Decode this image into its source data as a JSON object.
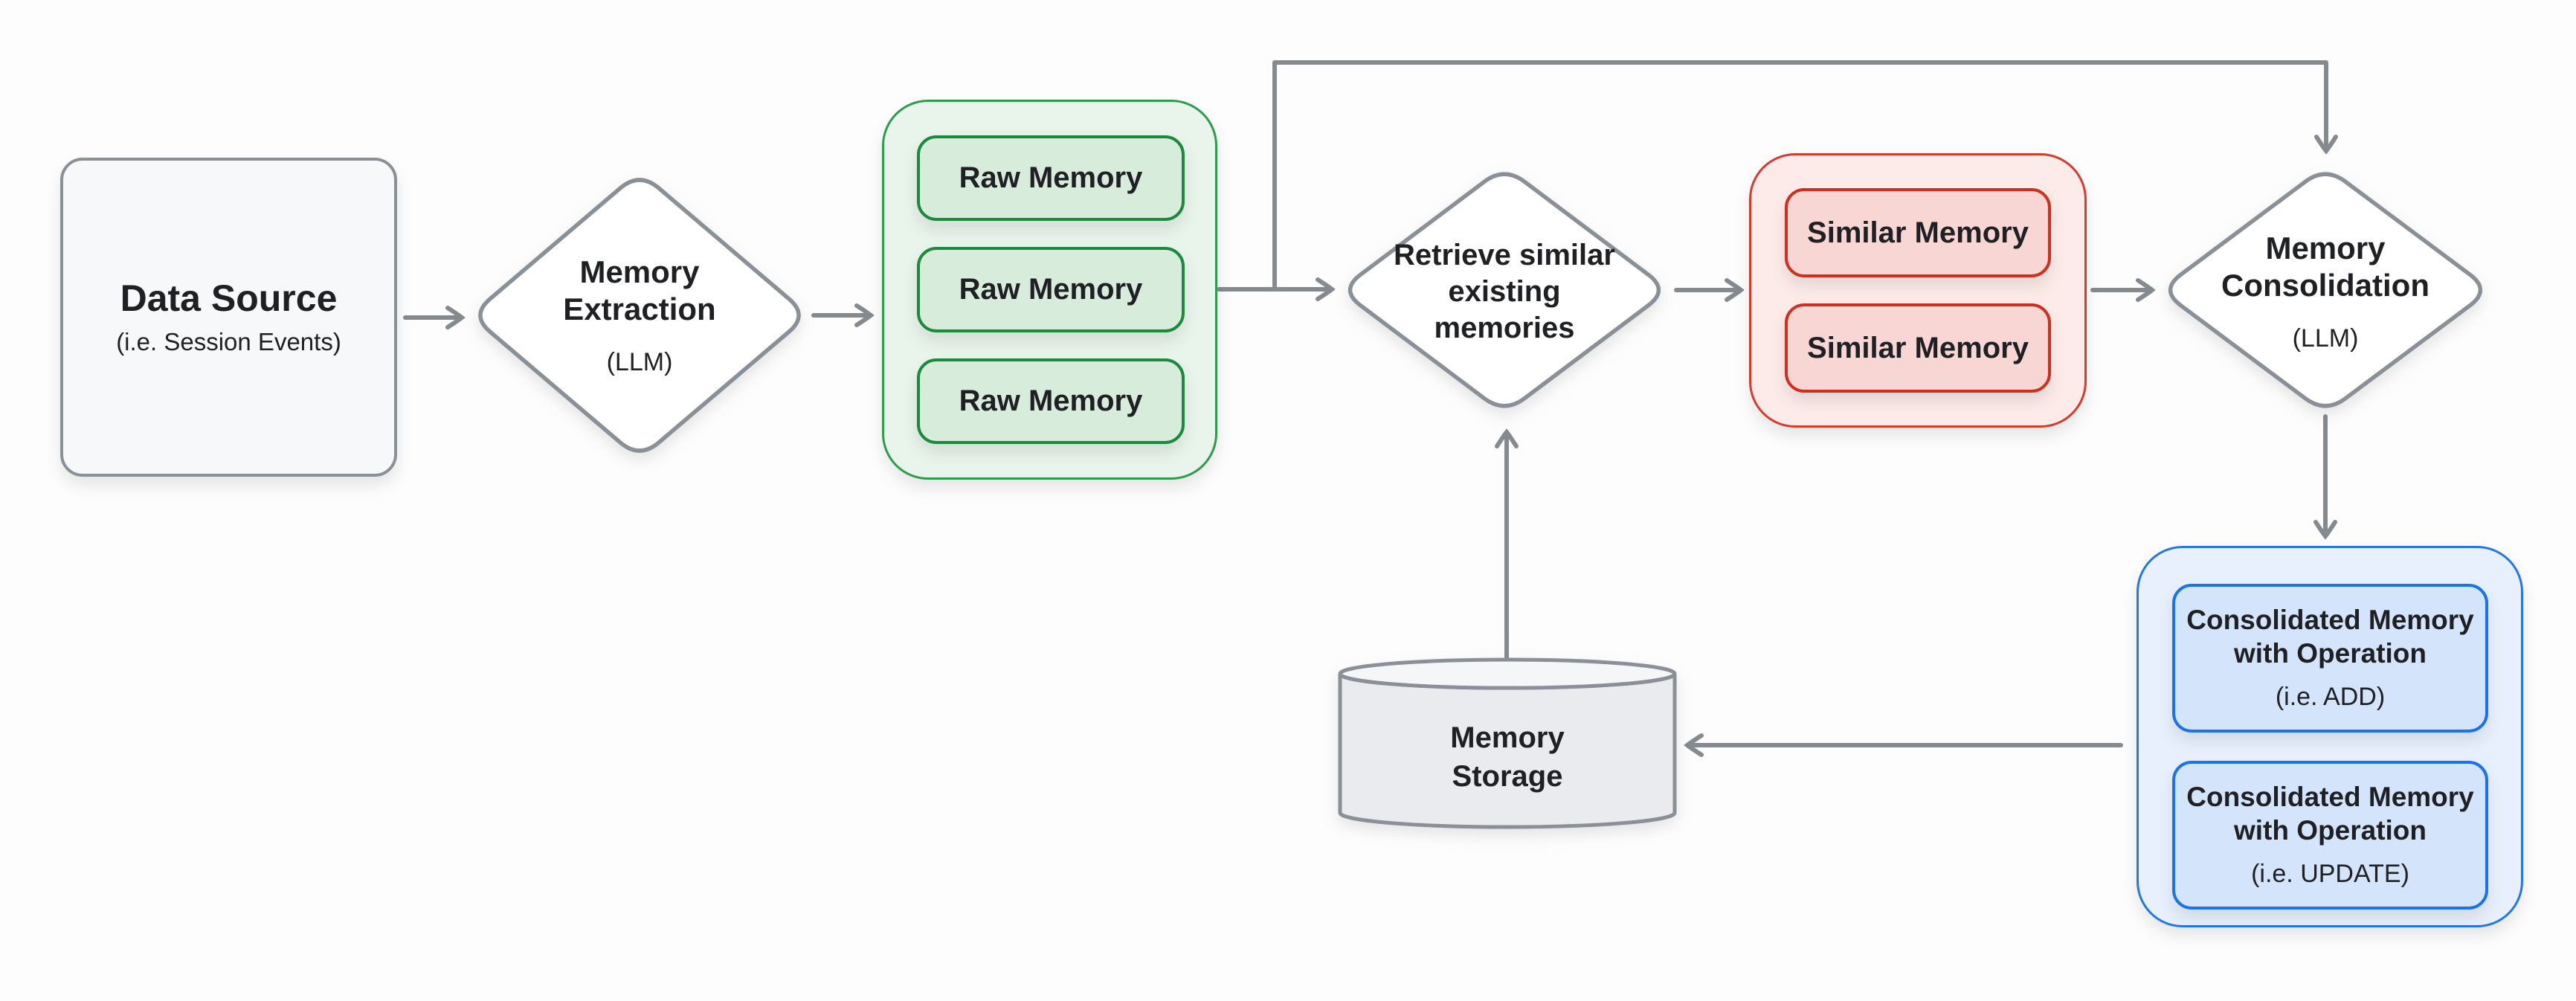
{
  "palette": {
    "stroke_gray": "#848a90",
    "node_border_gray": "#8a9097",
    "text": "#1f2023",
    "canvas_bg": "#fdfdfd",
    "gray_box_bg": "#f7f8f9",
    "green_container_bg": "#e9f4ea",
    "green_container_border": "#2d9c4c",
    "green_box_bg": "#d8ecdb",
    "green_box_border": "#1b8a3d",
    "red_container_bg": "#fcebe9",
    "red_container_border": "#d63b2b",
    "red_box_bg": "#f8d6d3",
    "red_box_border": "#d02e1f",
    "blue_container_bg": "#e8f0fd",
    "blue_container_border": "#2477e5",
    "blue_box_bg": "#d4e4fb",
    "blue_box_border": "#1a73e8",
    "cylinder_body_bg": "#e9ebee",
    "cylinder_top_bg": "#f4f6f7"
  },
  "nodes": {
    "data_source": {
      "title": "Data Source",
      "subtitle": "(i.e. Session Events)"
    },
    "memory_extraction": {
      "title": "Memory\nExtraction",
      "subtitle": "(LLM)"
    },
    "raw_memory_group": {
      "items": [
        "Raw Memory",
        "Raw Memory",
        "Raw Memory"
      ]
    },
    "retrieve_memories": {
      "title": "Retrieve similar\nexisting\nmemories"
    },
    "similar_memory_group": {
      "items": [
        "Similar Memory",
        "Similar Memory"
      ]
    },
    "memory_consolidation": {
      "title": "Memory\nConsolidation",
      "subtitle": "(LLM)"
    },
    "consolidated_group": {
      "items": [
        {
          "title": "Consolidated Memory\nwith Operation",
          "subtitle": "(i.e. ADD)"
        },
        {
          "title": "Consolidated Memory\nwith Operation",
          "subtitle": "(i.e. UPDATE)"
        }
      ]
    },
    "memory_storage": {
      "title": "Memory\nStorage"
    }
  }
}
